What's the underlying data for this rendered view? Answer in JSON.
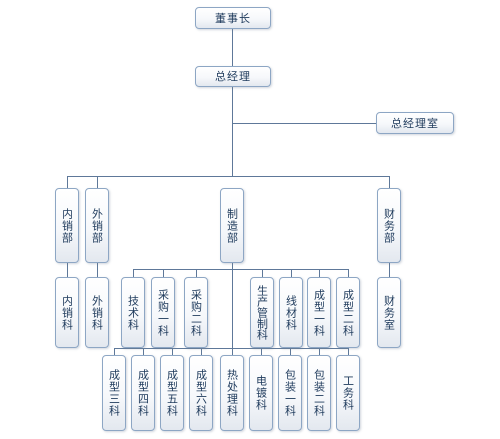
{
  "nodes": {
    "chairman": "董事长",
    "gm": "总经理",
    "gm_office": "总经理室",
    "dept_domestic_sales": "内销部",
    "dept_export_sales": "外销部",
    "dept_manufacturing": "制造部",
    "dept_finance": "财务部",
    "sec_domestic_sales": "内销科",
    "sec_export_sales": "外销科",
    "sec_technical": "技术科",
    "sec_purchasing_1": "采购一科",
    "sec_purchasing_2": "采购二科",
    "sec_production_control": "生产管制科",
    "sec_wire_material": "线材科",
    "sec_forming_1": "成型一科",
    "sec_forming_2": "成型二科",
    "sec_finance_office": "财务室",
    "sec_forming_3": "成型三科",
    "sec_forming_4": "成型四科",
    "sec_forming_5": "成型五科",
    "sec_forming_6": "成型六科",
    "sec_heat_treatment": "热处理科",
    "sec_electroplating": "电镀科",
    "sec_packaging_1": "包装一科",
    "sec_packaging_2": "包装二科",
    "sec_general_affairs": "工务科"
  }
}
